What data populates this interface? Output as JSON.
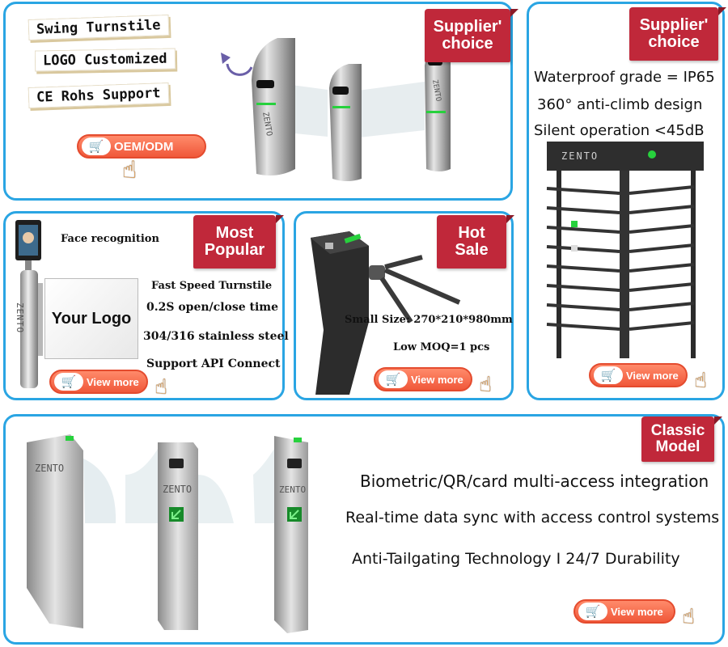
{
  "swing_panel": {
    "tags": [
      "Swing Turnstile",
      "LOGO Customized",
      "CE Rohs Support"
    ],
    "ribbon": [
      "Supplier'",
      "choice"
    ],
    "oem_button": "OEM/ODM",
    "brand": "ZENTO"
  },
  "full_height_panel": {
    "ribbon": [
      "Supplier'",
      "choice"
    ],
    "features": [
      "Waterproof grade = IP65",
      "360° anti-climb design",
      "Silent operation <45dB"
    ],
    "brand": "ZENTO",
    "view_more": "View more"
  },
  "face_panel": {
    "ribbon": [
      "Most",
      "Popular"
    ],
    "face_label": "Face recognition",
    "features": [
      "Fast Speed Turnstile",
      "0.2S open/close time",
      "304/316 stainless steel",
      "Support API Connect"
    ],
    "logo_text": "Your Logo",
    "brand": "ZENTO",
    "view_more": "View more"
  },
  "tripod_panel": {
    "ribbon": [
      "Hot",
      "Sale"
    ],
    "features": [
      "Small Size: 270*210*980mm",
      "Low MOQ=1 pcs"
    ],
    "view_more": "View more"
  },
  "classic_panel": {
    "ribbon": [
      "Classic",
      "Model"
    ],
    "features": [
      "Biometric/QR/card multi-access integration",
      "Real-time data sync with access control systems",
      "Anti-Tailgating Technology I 24/7 Durability"
    ],
    "brand": "ZENTO",
    "view_more": "View more"
  },
  "colors": {
    "panel_border": "#2aa5e3",
    "ribbon": "#c0283a",
    "button": "#f0583a"
  },
  "icons": [
    "cart-icon",
    "pointing-hand-icon",
    "arrow-icon"
  ]
}
